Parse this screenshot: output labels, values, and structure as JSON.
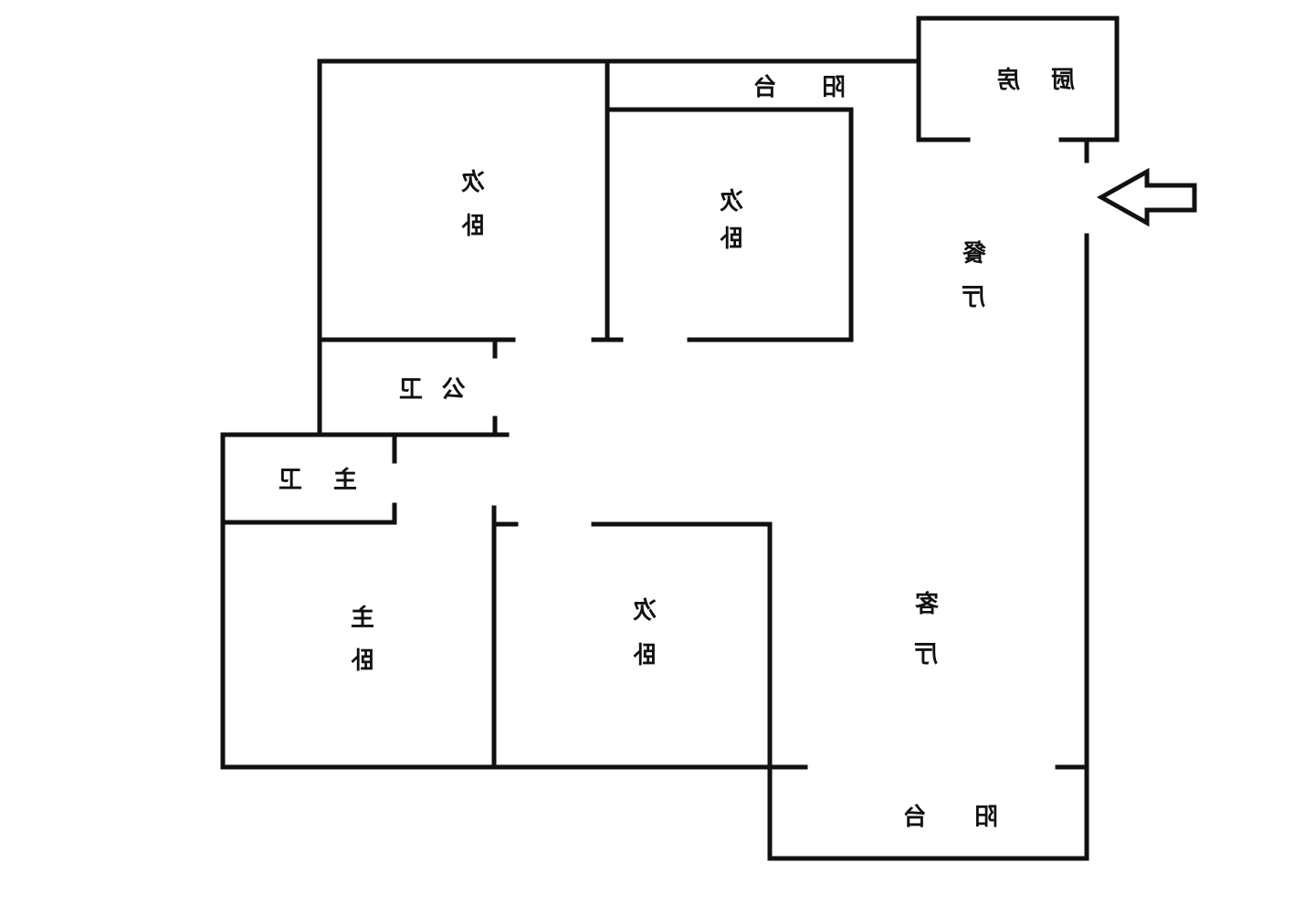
{
  "floor_plan": {
    "rooms": {
      "balcony_top": {
        "chars": [
          "阳",
          "台"
        ]
      },
      "kitchen": {
        "chars": [
          "厨",
          "房"
        ]
      },
      "bedroom_top_left": {
        "chars": [
          "次",
          "卧"
        ]
      },
      "bedroom_top_mid": {
        "chars": [
          "次",
          "卧"
        ]
      },
      "dining_room": {
        "chars": [
          "餐",
          "厅"
        ]
      },
      "public_bath": {
        "chars": [
          "公",
          "卫"
        ]
      },
      "master_bath": {
        "chars": [
          "主",
          "卫"
        ]
      },
      "master_bedroom": {
        "chars": [
          "主",
          "卧"
        ]
      },
      "bedroom_bottom": {
        "chars": [
          "次",
          "卧"
        ]
      },
      "living_room": {
        "chars": [
          "客",
          "厅"
        ]
      },
      "balcony_bottom": {
        "chars": [
          "阳",
          "台"
        ]
      }
    },
    "entrance_icon": "left-arrow-icon",
    "colors": {
      "wall": "#111111",
      "background": "#ffffff"
    }
  }
}
